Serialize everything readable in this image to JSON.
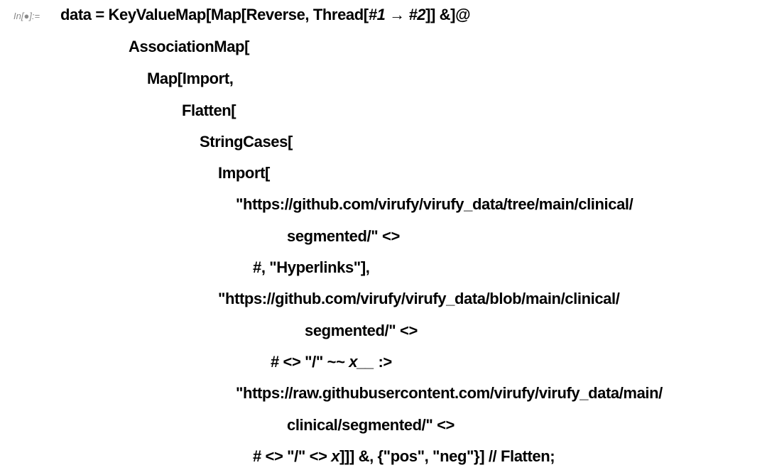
{
  "cell": {
    "label": "In[●]:="
  },
  "code_lines": [
    [
      "data = KeyValueMap[Map[Reverse, Thread[",
      {
        "i": "#1"
      },
      " → ",
      {
        "i": "#2"
      },
      "]] &]@"
    ],
    [
      "AssociationMap["
    ],
    [
      "Map[Import,"
    ],
    [
      "Flatten["
    ],
    [
      "StringCases["
    ],
    [
      "Import["
    ],
    [
      "\"https://github.com/virufy/virufy_data/tree/main/clinical/"
    ],
    [
      "segmented/\" <>"
    ],
    [
      "#, \"Hyperlinks\"],"
    ],
    [
      "\"https://github.com/virufy/virufy_data/blob/main/clinical/"
    ],
    [
      "segmented/\" <>"
    ],
    [
      "# <> \"/\" ~~ ",
      {
        "i": "x__"
      },
      " :>"
    ],
    [
      "\"https://raw.githubusercontent.com/virufy/virufy_data/main/"
    ],
    [
      "clinical/segmented/\" <>"
    ],
    [
      "# <> \"/\" <> ",
      {
        "i": "x"
      },
      "]]] &, {\"pos\", \"neg\"}] // Flatten;"
    ]
  ]
}
